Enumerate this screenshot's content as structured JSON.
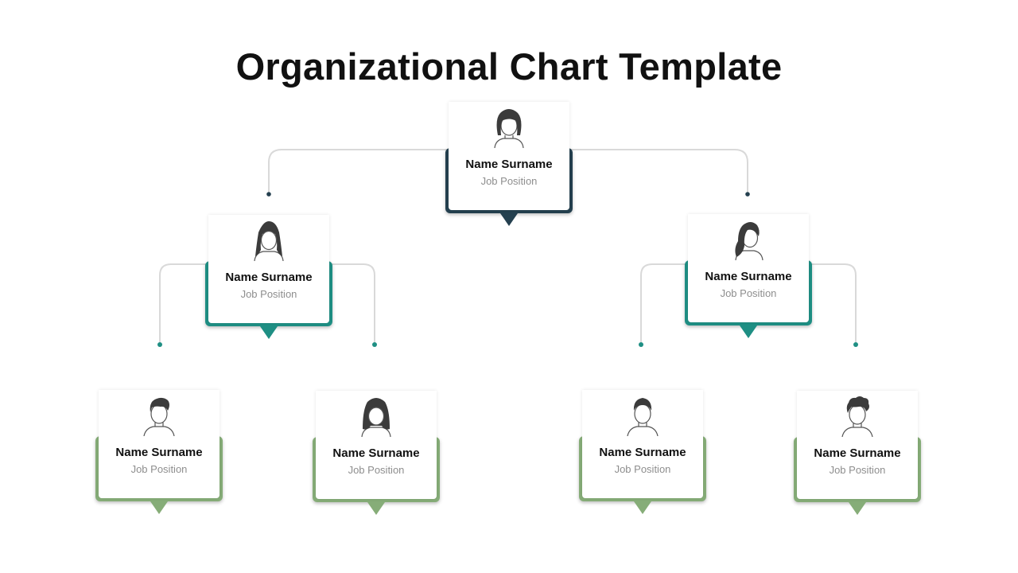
{
  "title": "Organizational Chart Template",
  "colors": {
    "level1": "#24404f",
    "level2": "#1f8f84",
    "level3": "#86ad78",
    "connector": "#d9d9d9"
  },
  "nodes": {
    "ceo": {
      "name": "Name Surname",
      "role": "Job Position",
      "avatar": "woman-bob-hair-icon"
    },
    "manager_left": {
      "name": "Name Surname",
      "role": "Job Position",
      "avatar": "woman-long-hair-icon"
    },
    "manager_right": {
      "name": "Name Surname",
      "role": "Job Position",
      "avatar": "woman-side-hair-icon"
    },
    "staff_1": {
      "name": "Name Surname",
      "role": "Job Position",
      "avatar": "man-short-hair-icon"
    },
    "staff_2": {
      "name": "Name Surname",
      "role": "Job Position",
      "avatar": "woman-dark-hair-icon"
    },
    "staff_3": {
      "name": "Name Surname",
      "role": "Job Position",
      "avatar": "man-short-hair-icon"
    },
    "staff_4": {
      "name": "Name Surname",
      "role": "Job Position",
      "avatar": "man-curly-hair-icon"
    }
  }
}
